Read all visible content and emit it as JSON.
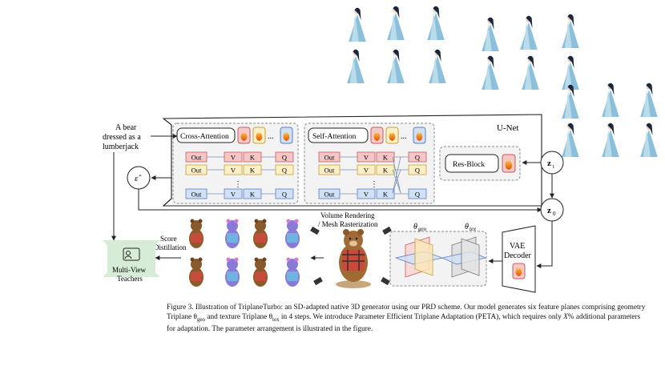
{
  "figure": {
    "prompt": [
      "A bear",
      "dressed as a",
      "lumberjack"
    ],
    "unet_label": "U-Net",
    "cross_attention_label": "Cross-Attention",
    "self_attention_label": "Self-Attention",
    "ellipsis": "...",
    "vdots": "⋮",
    "res_block_label": "Res-Block",
    "qkv_rows": [
      {
        "out": "Out",
        "v": "V",
        "k": "K",
        "q": "Q"
      },
      {
        "out": "Out",
        "v": "V",
        "k": "K",
        "q": "Q"
      },
      {
        "out": "Out",
        "v": "V",
        "k": "K",
        "q": "Q"
      }
    ],
    "z_t": "z",
    "z_t_sub": "t",
    "z_0": "z",
    "z_0_sub": "0",
    "epsilon": "ε̂",
    "volume_rendering": [
      "Volume Rendering",
      "/ Mesh Rasterization"
    ],
    "theta_geo": "θ",
    "theta_geo_sub": "geo",
    "theta_tex": "θ",
    "theta_tex_sub": "tex",
    "vae_decoder": [
      "VAE",
      "Decoder"
    ],
    "score_distillation": [
      "Score",
      "Distillation"
    ],
    "multi_view_teachers": [
      "Multi-View",
      "Teachers"
    ],
    "colors": {
      "red_fill": "#f4c7c7",
      "red_stroke": "#c85a5a",
      "yellow_fill": "#fbefc6",
      "yellow_stroke": "#c9a23a",
      "blue_fill": "#cfe0f7",
      "blue_stroke": "#5a7fc0",
      "fire": "#f07a1a",
      "teacher_green": "#cfe8cf",
      "dress_blue": "#7fb8d6",
      "bear_brown": "#8b5a2b"
    }
  },
  "caption": {
    "lead": "Figure 3. Illustration of TriplaneTurbo: an SD-adapted native 3D generator using our PRD scheme. Our model generates six feature planes comprising geometry Triplane θ",
    "geo_sub": "geo",
    "mid": " and texture Triplane θ",
    "tex_sub": "tex",
    "rest1": " in 4 steps.  We introduce Parameter Efficient Triplane Adaptation (PETA), which requires only ",
    "x": "X",
    "rest2": "% additional parameters for adaptation. The parameter arrangement is illustrated in the figure."
  }
}
